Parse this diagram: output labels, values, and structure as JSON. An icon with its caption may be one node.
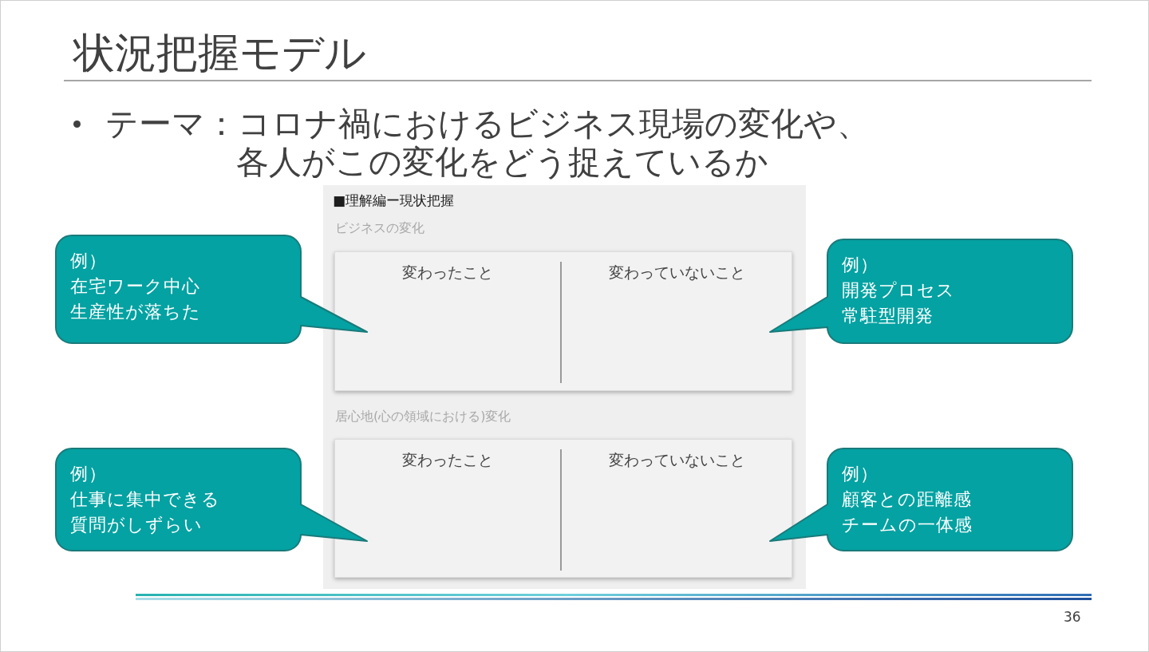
{
  "diagram": {
    "title": "状況把握モデル",
    "nodes": [
      {
        "text": [
          "■理解編ー現状把握"
        ]
      },
      {
        "text": [
          "ビジネスの変化"
        ],
        "in": 0
      },
      {
        "text": [
          "変わったこと"
        ],
        "in": 1
      },
      {
        "text": [
          "変わっていないこと"
        ],
        "in": 1
      },
      {
        "text": [
          "居心地(心の領域における)変化"
        ],
        "in": 0
      },
      {
        "text": [
          "変わったこと"
        ],
        "in": 4
      },
      {
        "text": [
          "変わっていないこと"
        ],
        "in": 4
      },
      {
        "text": [
          "例）",
          "在宅ワーク中心",
          "生産性が落ちた"
        ]
      },
      {
        "text": [
          "例）",
          "開発プロセス",
          "常駐型開発"
        ]
      },
      {
        "text": [
          "例）",
          "仕事に集中できる",
          "質問がしずらい"
        ]
      },
      {
        "text": [
          "例）",
          "顧客との距離感",
          "チームの一体感"
        ]
      }
    ],
    "labels": [
      "テーマ：コロナ禍におけるビジネス現場の変化や、各人がこの変化をどう捉えているか",
      "36"
    ]
  }
}
